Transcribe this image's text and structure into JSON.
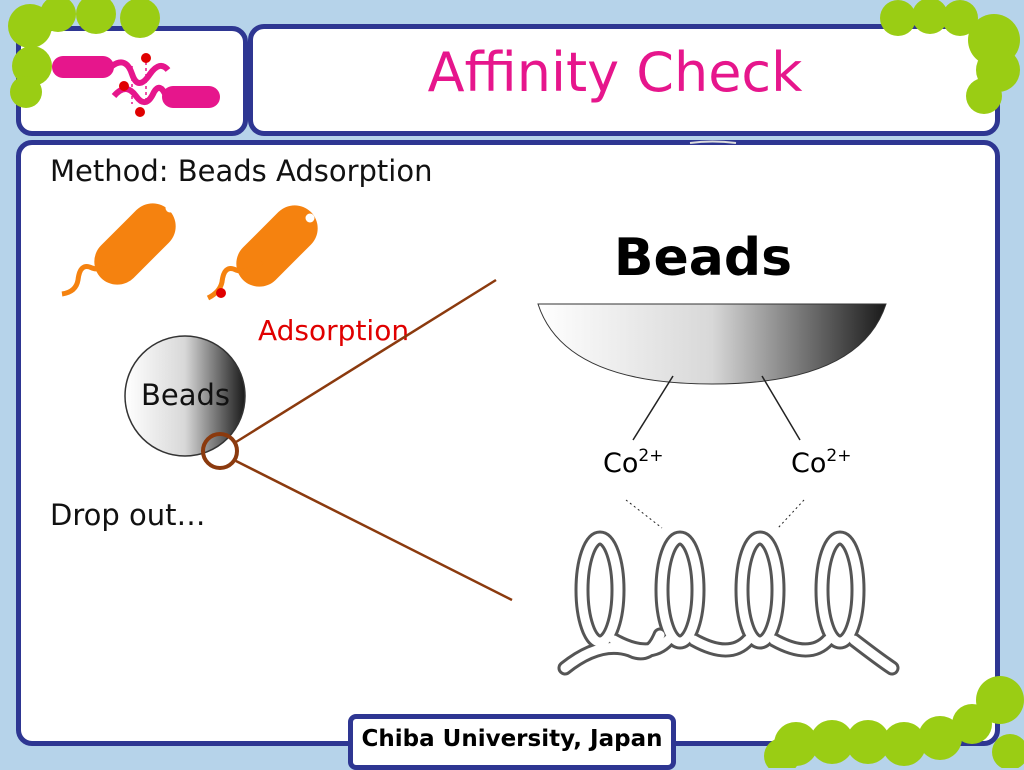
{
  "title": "Affinity Check",
  "method": "Method: Beads Adsorption",
  "adsorption": "Adsorption",
  "beads_small": "Beads",
  "drop_out": "Drop out…",
  "beads_large": "Beads",
  "ion_left": {
    "base": "Co",
    "charge": "2+"
  },
  "ion_right": {
    "base": "Co",
    "charge": "2+"
  },
  "footer": "Chiba University, Japan",
  "colors": {
    "background": "#b6d3ea",
    "panel_border": "#2e3692",
    "title": "#e6168c",
    "accent_green": "#9acd14",
    "bacterium": "#f5820f",
    "adsorption_text": "#e00000",
    "zoom_lines": "#8b3a0e"
  }
}
